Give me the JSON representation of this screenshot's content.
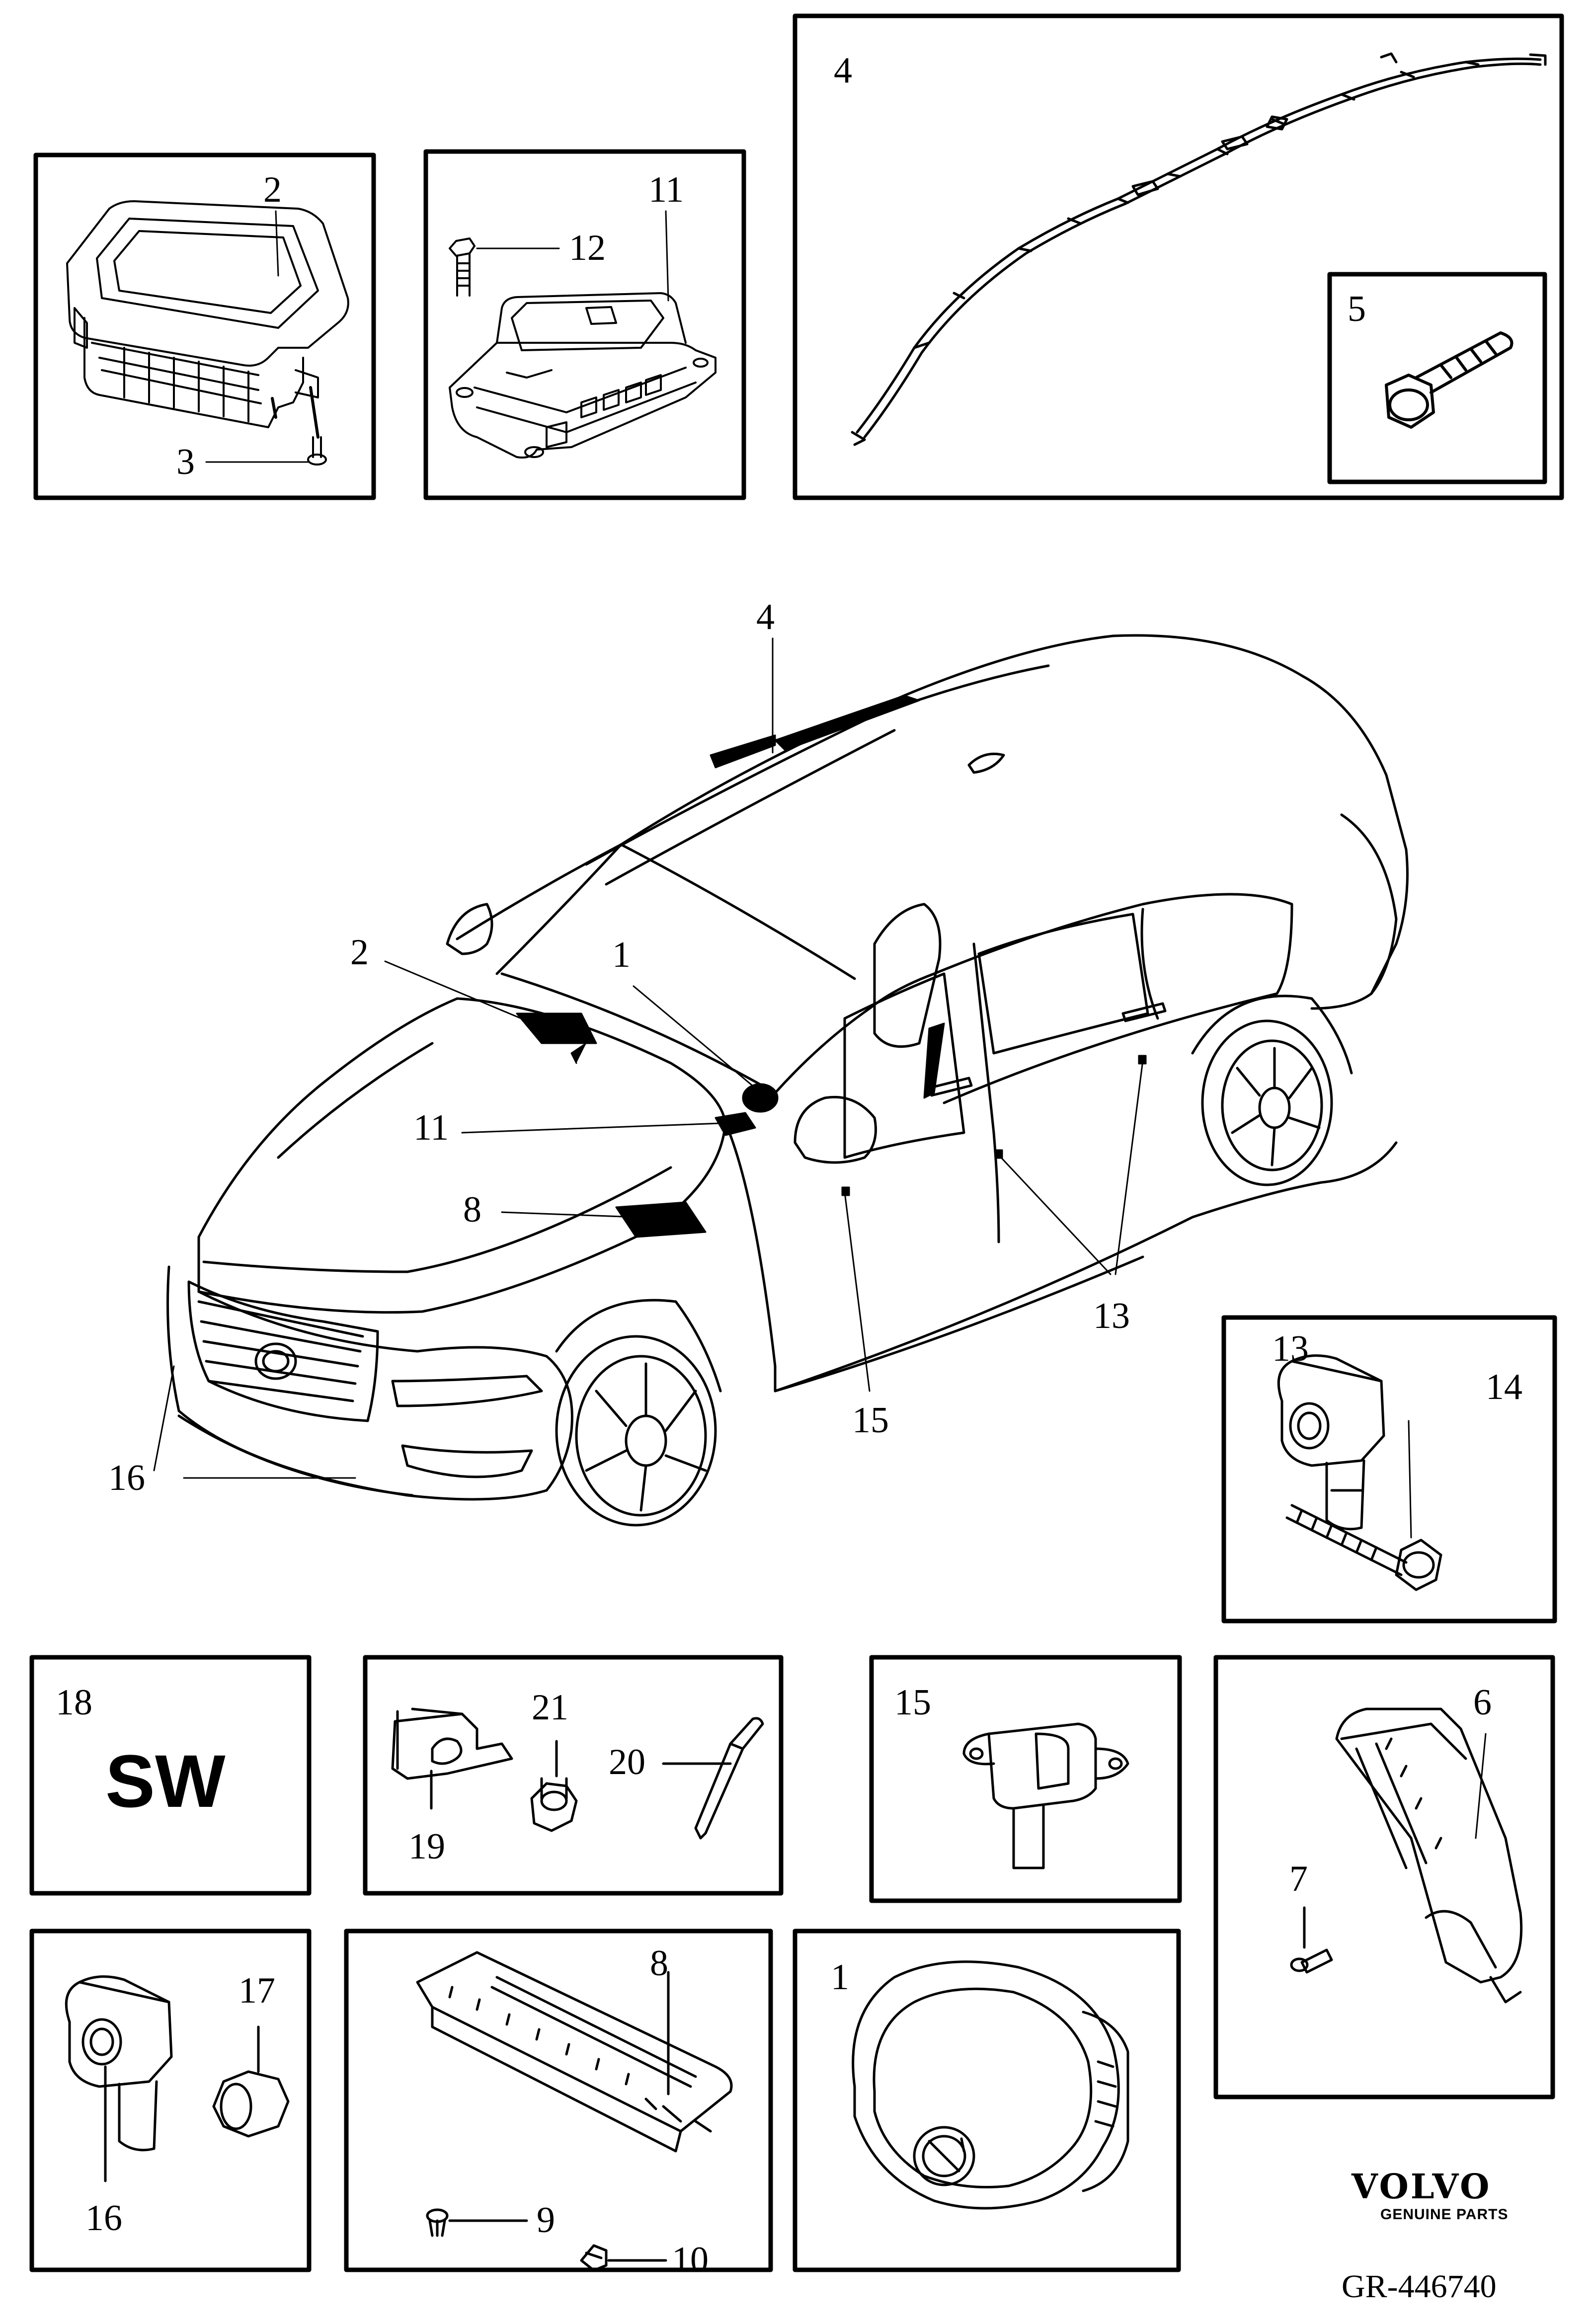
{
  "panels": {
    "p2": {
      "numbers": [
        "2",
        "3"
      ]
    },
    "p11": {
      "numbers": [
        "11",
        "12"
      ]
    },
    "p4": {
      "numbers": [
        "4"
      ]
    },
    "p5": {
      "numbers": [
        "5"
      ]
    },
    "p13": {
      "numbers": [
        "13",
        "14"
      ]
    },
    "p18": {
      "numbers": [
        "18"
      ],
      "label": "SW"
    },
    "p19": {
      "numbers": [
        "21",
        "20",
        "19"
      ]
    },
    "p15": {
      "numbers": [
        "15"
      ]
    },
    "p6": {
      "numbers": [
        "6",
        "7"
      ]
    },
    "p16": {
      "numbers": [
        "17",
        "16"
      ]
    },
    "p8": {
      "numbers": [
        "8",
        "9",
        "10"
      ]
    },
    "p1": {
      "numbers": [
        "1"
      ]
    }
  },
  "car_callouts": [
    "4",
    "2",
    "1",
    "11",
    "8",
    "13",
    "15",
    "16"
  ],
  "footer": {
    "brand": "VOLVO",
    "brand_sub": "GENUINE PARTS",
    "reference": "GR-446740"
  }
}
